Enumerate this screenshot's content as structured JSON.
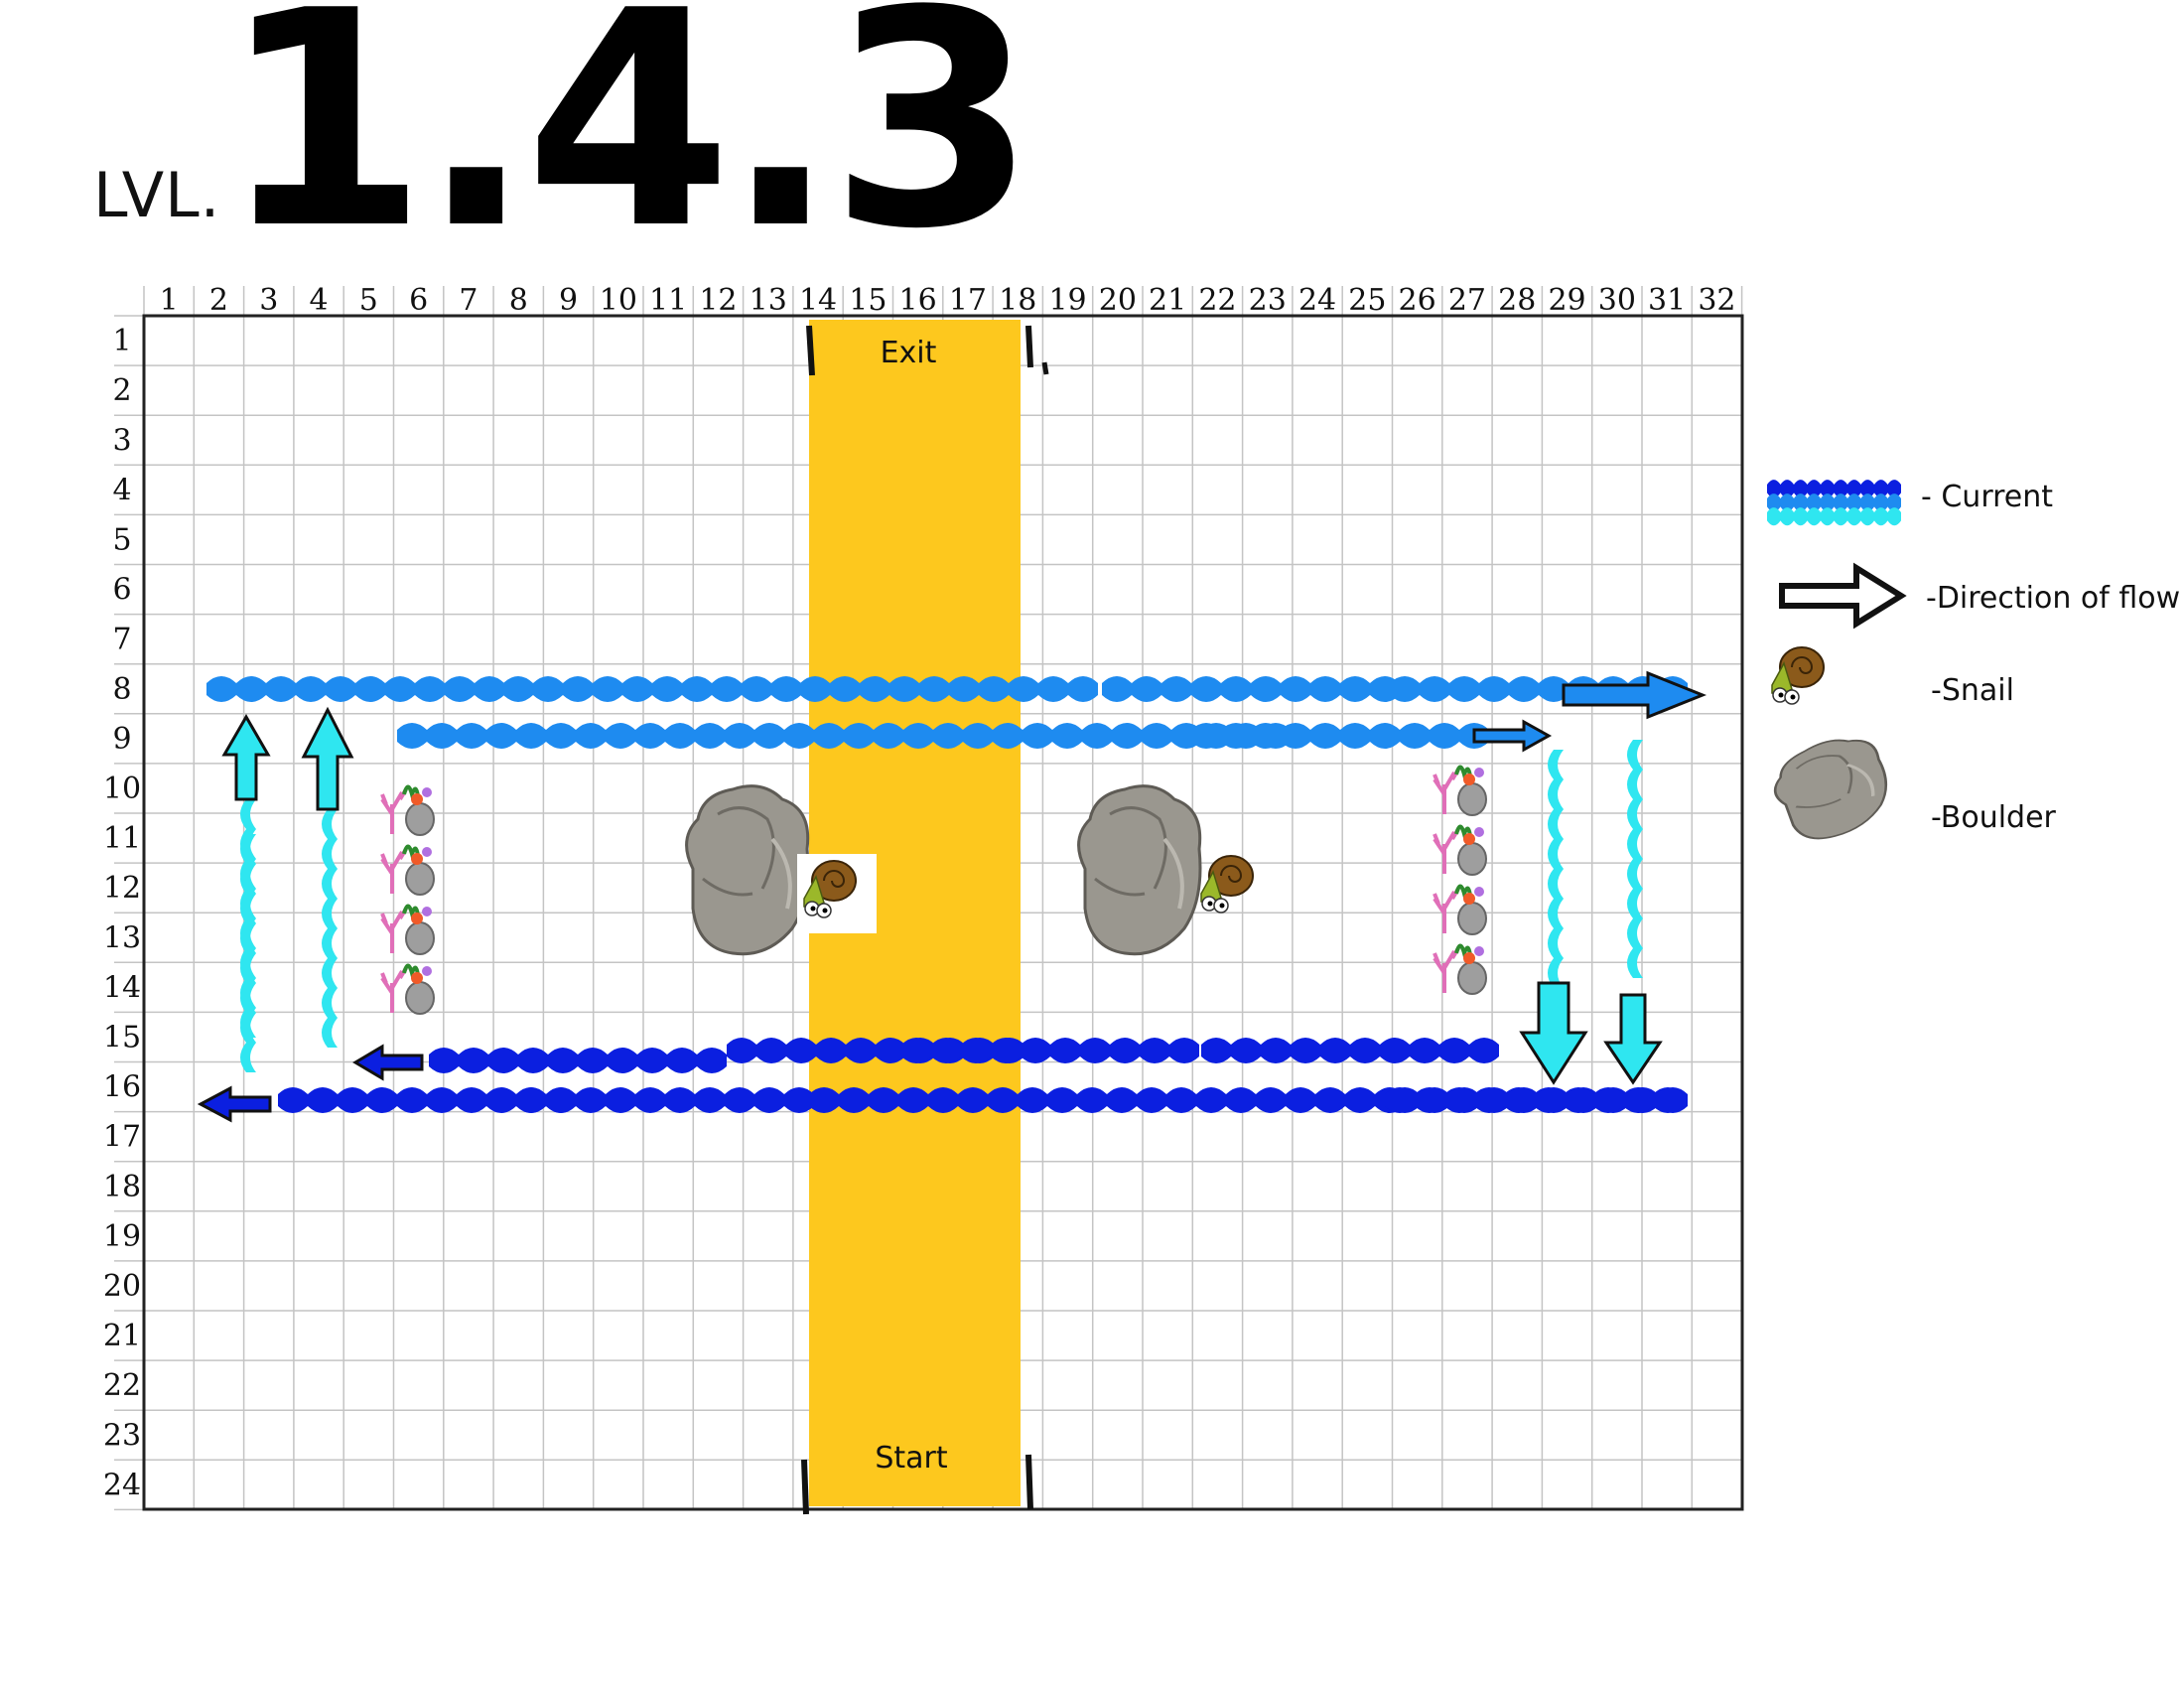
{
  "level": {
    "prefix": "LVL.",
    "number": "1.4.3"
  },
  "grid": {
    "columns": [
      "1",
      "2",
      "3",
      "4",
      "5",
      "6",
      "7",
      "8",
      "9",
      "10",
      "11",
      "12",
      "13",
      "14",
      "15",
      "16",
      "17",
      "18",
      "19",
      "20",
      "21",
      "22",
      "23",
      "24",
      "25",
      "26",
      "27",
      "28",
      "29",
      "30",
      "31",
      "32"
    ],
    "rows": [
      "1",
      "2",
      "3",
      "4",
      "5",
      "6",
      "7",
      "8",
      "9",
      "10",
      "11",
      "12",
      "13",
      "14",
      "15",
      "16",
      "17",
      "18",
      "19",
      "20",
      "21",
      "22",
      "23",
      "24"
    ]
  },
  "lane": {
    "exit_label": "Exit",
    "start_label": "Start",
    "color": "#FDC81E"
  },
  "legend": {
    "current": "- Current",
    "direction": "-Direction of flow",
    "snail": "-Snail",
    "boulder": "-Boulder"
  },
  "colors": {
    "current_dark": "#0B1FE0",
    "current_mid": "#1E8BF0",
    "current_light": "#2FE6F0",
    "arrow_blue": "#1E8BF0",
    "arrow_cyan": "#2FE6F0",
    "grid_line": "#bfbfbf"
  },
  "icons": [
    "snail-icon",
    "boulder-icon",
    "coral-icon",
    "arrow-right-icon",
    "arrow-left-icon",
    "arrow-up-icon",
    "arrow-down-icon",
    "wave-icon"
  ]
}
